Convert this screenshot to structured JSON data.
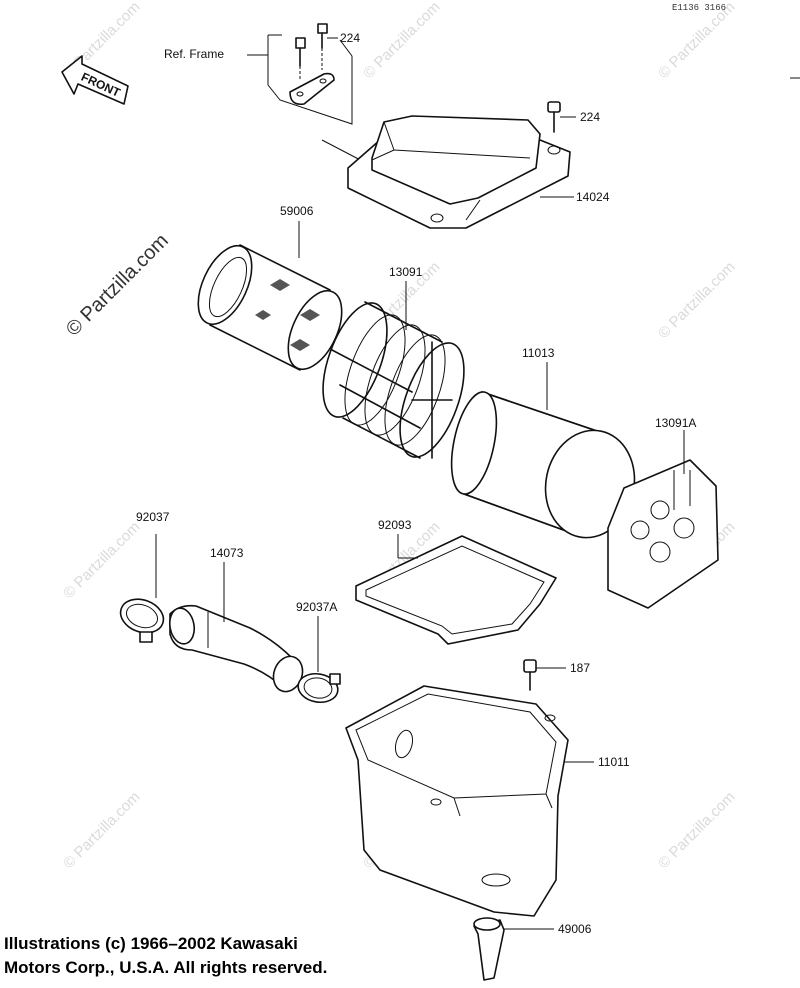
{
  "diagram": {
    "sheet_code": "E1136 3166",
    "front_label": "FRONT",
    "ref_frame_label": "Ref. Frame",
    "callouts": {
      "c224_top": "224",
      "c224_right": "224",
      "c14024": "14024",
      "c59006": "59006",
      "c13091": "13091",
      "c11013": "11013",
      "c13091A": "13091A",
      "c92037": "92037",
      "c14073": "14073",
      "c92093": "92093",
      "c92037A": "92037A",
      "c187": "187",
      "c11011": "11011",
      "c49006": "49006"
    },
    "watermark": "© Partzilla.com",
    "copyright_line1": "Illustrations (c) 1966–2002 Kawasaki",
    "copyright_line2": "Motors Corp., U.S.A.  All rights reserved."
  }
}
